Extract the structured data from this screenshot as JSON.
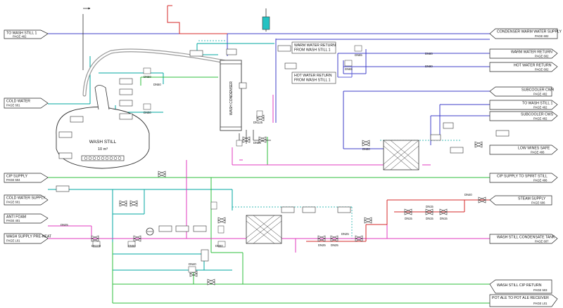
{
  "offpage": {
    "to_wash_still": {
      "name": "TO WASH STILL 1",
      "page": "PAGE 402"
    },
    "cold_water": {
      "name": "COLD WATER",
      "page": "PAGE 601"
    },
    "cip_supply": {
      "name": "CIP SUPPLY",
      "page": "PAGE 504"
    },
    "cold_water_supply": {
      "name": "COLD WATER SUPPLY",
      "page": "PAGE 601"
    },
    "anti_foam": {
      "name": "ANTI FOAM",
      "page": "PAGE 401"
    },
    "wash_supply": {
      "name": "WASH SUPPLY PRE-HEAT",
      "page": "PAGE L01"
    },
    "condenser_warm": {
      "name": "CONDENSER WARM WATER SUPPLY",
      "page": "PAGE 602"
    },
    "warm_water_return": {
      "name": "WARM WATER RETURN",
      "page": "PAGE 602"
    },
    "hot_water_return": {
      "name": "HOT WATER RETURN",
      "page": "PAGE 602"
    },
    "subcooler_cwr": {
      "name": "SUBCOOLER CWR",
      "page": "PAGE 402"
    },
    "to_wash_still_r": {
      "name": "TO WASH STILL 1",
      "page": "PAGE 402"
    },
    "subcooler_cws": {
      "name": "SUBCOOLER CWS",
      "page": "PAGE 402"
    },
    "low_wines_safe": {
      "name": "LOW WINES SAFE",
      "page": "PAGE 406"
    },
    "cip_supply_spirit": {
      "name": "CIP SUPPLY TO SPIRIT STILL",
      "page": "PAGE 406"
    },
    "steam_supply": {
      "name": "STEAM SUPPLY",
      "page": "PAGE 606"
    },
    "condensate_tank": {
      "name": "WASH STILL CONDENSATE TANK",
      "page": "PAGE 607"
    },
    "cip_return": {
      "name": "WASH STILL CIP RETURN",
      "page": "PAGE 503"
    },
    "pot_ale": {
      "name": "POT ALE TO POT ALE RECEIVER",
      "page": "PAGE L01"
    }
  },
  "equipment": {
    "wash_still": "WASH STILL",
    "wash_still_volume": "10 m³",
    "wash_condenser": "WASH CONDENSER"
  },
  "inline_labels": {
    "warm_water_return_from": "WARM WATER RETURN\nFROM WASH STILL 1",
    "hot_water_return_from": "HOT WATER RETURN\nFROM WASH STILL 1"
  },
  "pipe_sizes": [
    "DN50",
    "DN50",
    "DN50",
    "DN65",
    "DN65",
    "DN65",
    "DN80",
    "DN80",
    "DN50",
    "DN125",
    "DN100",
    "DN50",
    "DN50",
    "DN25",
    "DN25",
    "DN25",
    "DN15",
    "DN15",
    "DN15",
    "DN15",
    "DN40",
    "DN25",
    "DN40"
  ],
  "colors": {
    "cold_water": "#00a7a0",
    "warm_water": "#3f3fc8",
    "steam": "#d42a2a",
    "cip": "#2fbf3c",
    "process": "#e23bbf",
    "hot_water": "#6262d8",
    "vapour": "#777777",
    "drain": "#9a9a9a"
  }
}
